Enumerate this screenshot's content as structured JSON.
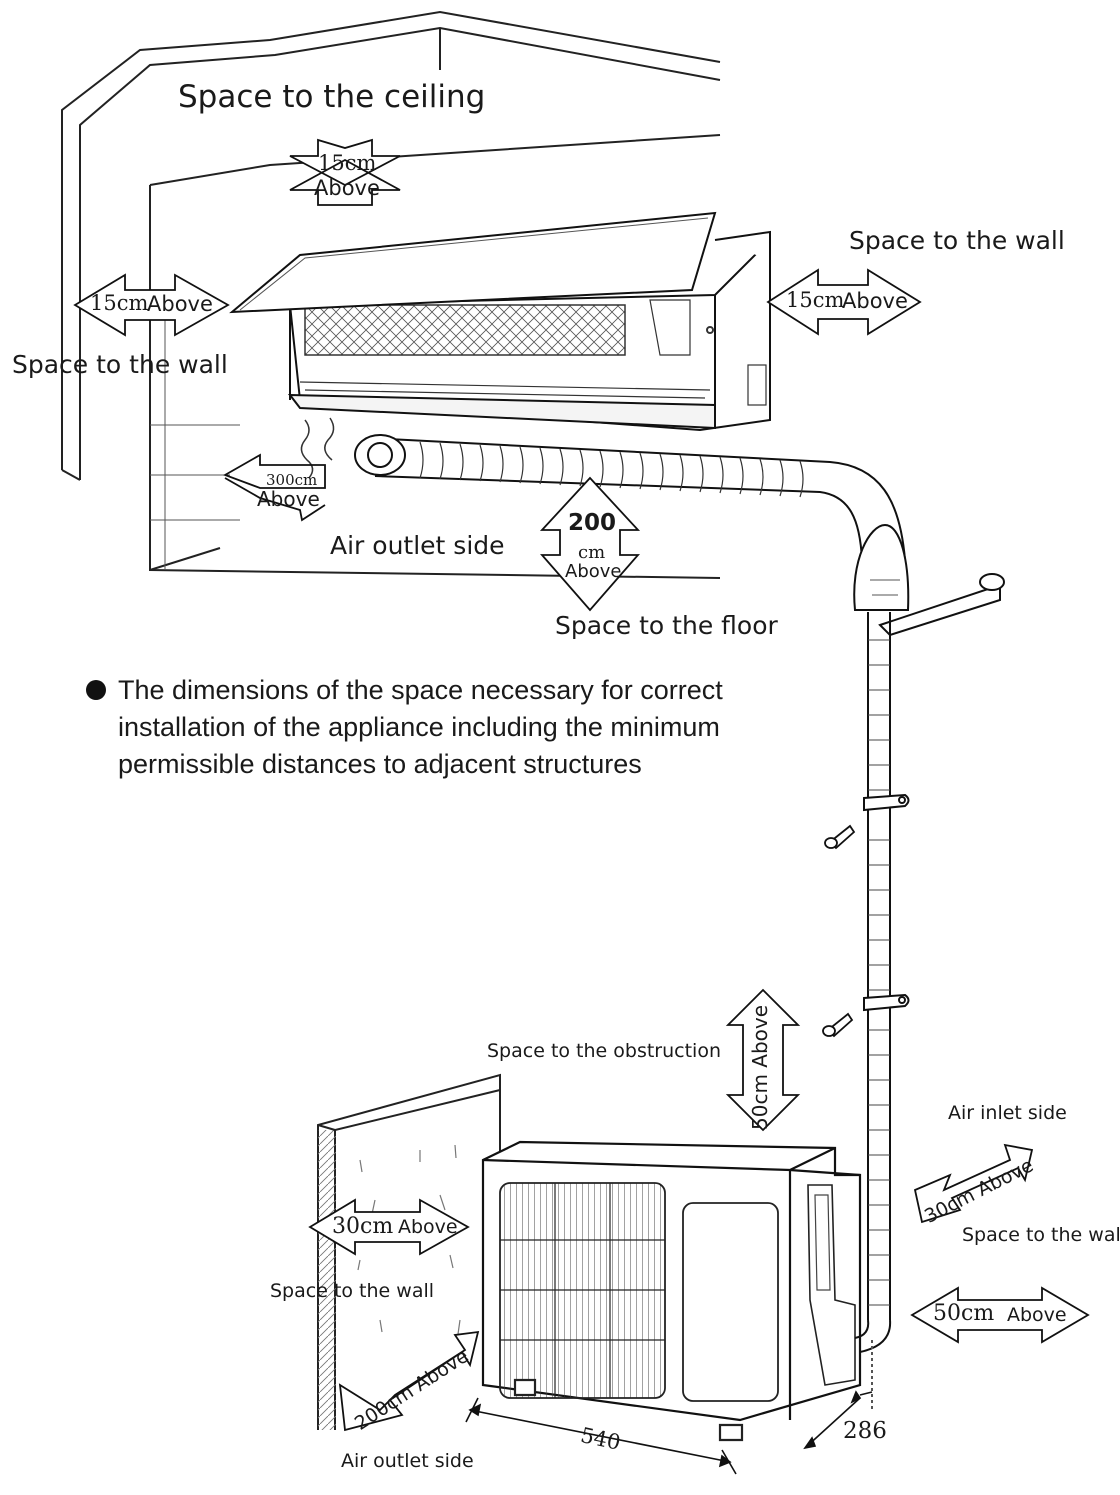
{
  "indoor": {
    "ceiling_title": "Space to the ceiling",
    "ceiling_value": "15cm",
    "ceiling_above": "Above",
    "wall_right_title": "Space to the wall",
    "wall_right_value": "15cm",
    "wall_right_above": "Above",
    "wall_left_title": "Space to the wall",
    "wall_left_value": "15cm",
    "wall_left_above": "Above",
    "outlet_value": "300cm",
    "outlet_above": "Above",
    "outlet_title": "Air outlet side",
    "floor_value": "200",
    "floor_unit": "cm",
    "floor_above": "Above",
    "floor_title": "Space to the floor"
  },
  "note": {
    "lines": [
      "The dimensions of the space necessary for correct",
      "installation of the appliance including the minimum",
      "permissible distances to adjacent structures"
    ]
  },
  "outdoor": {
    "obstruction_title": "Space to the obstruction",
    "obstruction_value": "50cm Above",
    "inlet_title": "Air inlet side",
    "inlet_value": "30cm Above",
    "wall_right_title": "Space to the wall",
    "wall_right_value": "50cm",
    "wall_right_above": "Above",
    "wall_left_title": "Space to the wall",
    "wall_left_value": "30cm",
    "wall_left_above": "Above",
    "outlet_value": "200cm Above",
    "outlet_title": "Air outlet side",
    "width_value": "540",
    "depth_value": "286"
  }
}
